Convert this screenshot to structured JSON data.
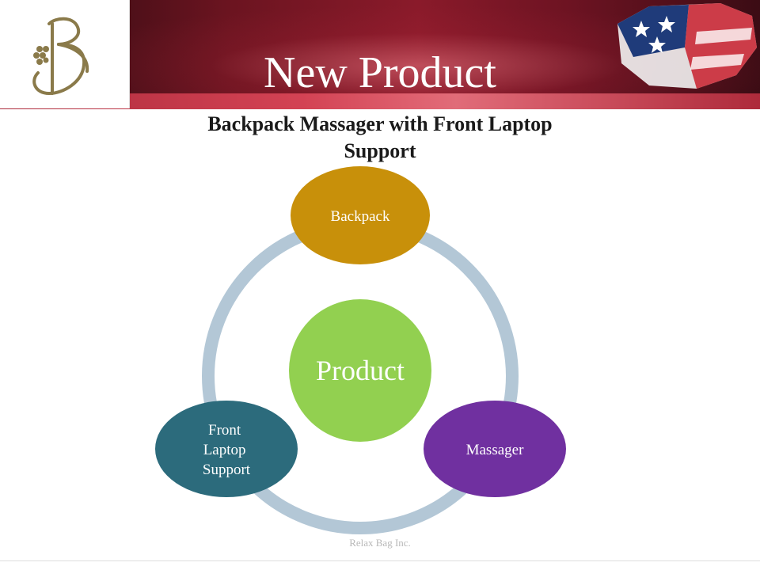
{
  "slide": {
    "title": "New Product",
    "subtitle": "Backpack Massager with Front Laptop Support",
    "footer": "Relax Bag Inc."
  },
  "diagram": {
    "center": {
      "label": "Product",
      "color": "#92d050"
    },
    "nodes": [
      {
        "label": "Backpack",
        "color": "#c8900a"
      },
      {
        "label": "Massager",
        "color": "#7030a0"
      },
      {
        "label": "Front Laptop Support",
        "label_lines": [
          "Front",
          "Laptop",
          "Support"
        ],
        "color": "#2c6b7c"
      }
    ],
    "ring_color": "#b3c7d6"
  },
  "colors": {
    "header_dark": "#6b1420",
    "header_accent": "#e24a5c",
    "logo_gold": "#8a7a4a"
  },
  "icons": {
    "logo": "rb-monogram-logo",
    "flag": "us-flag-map-icon"
  }
}
